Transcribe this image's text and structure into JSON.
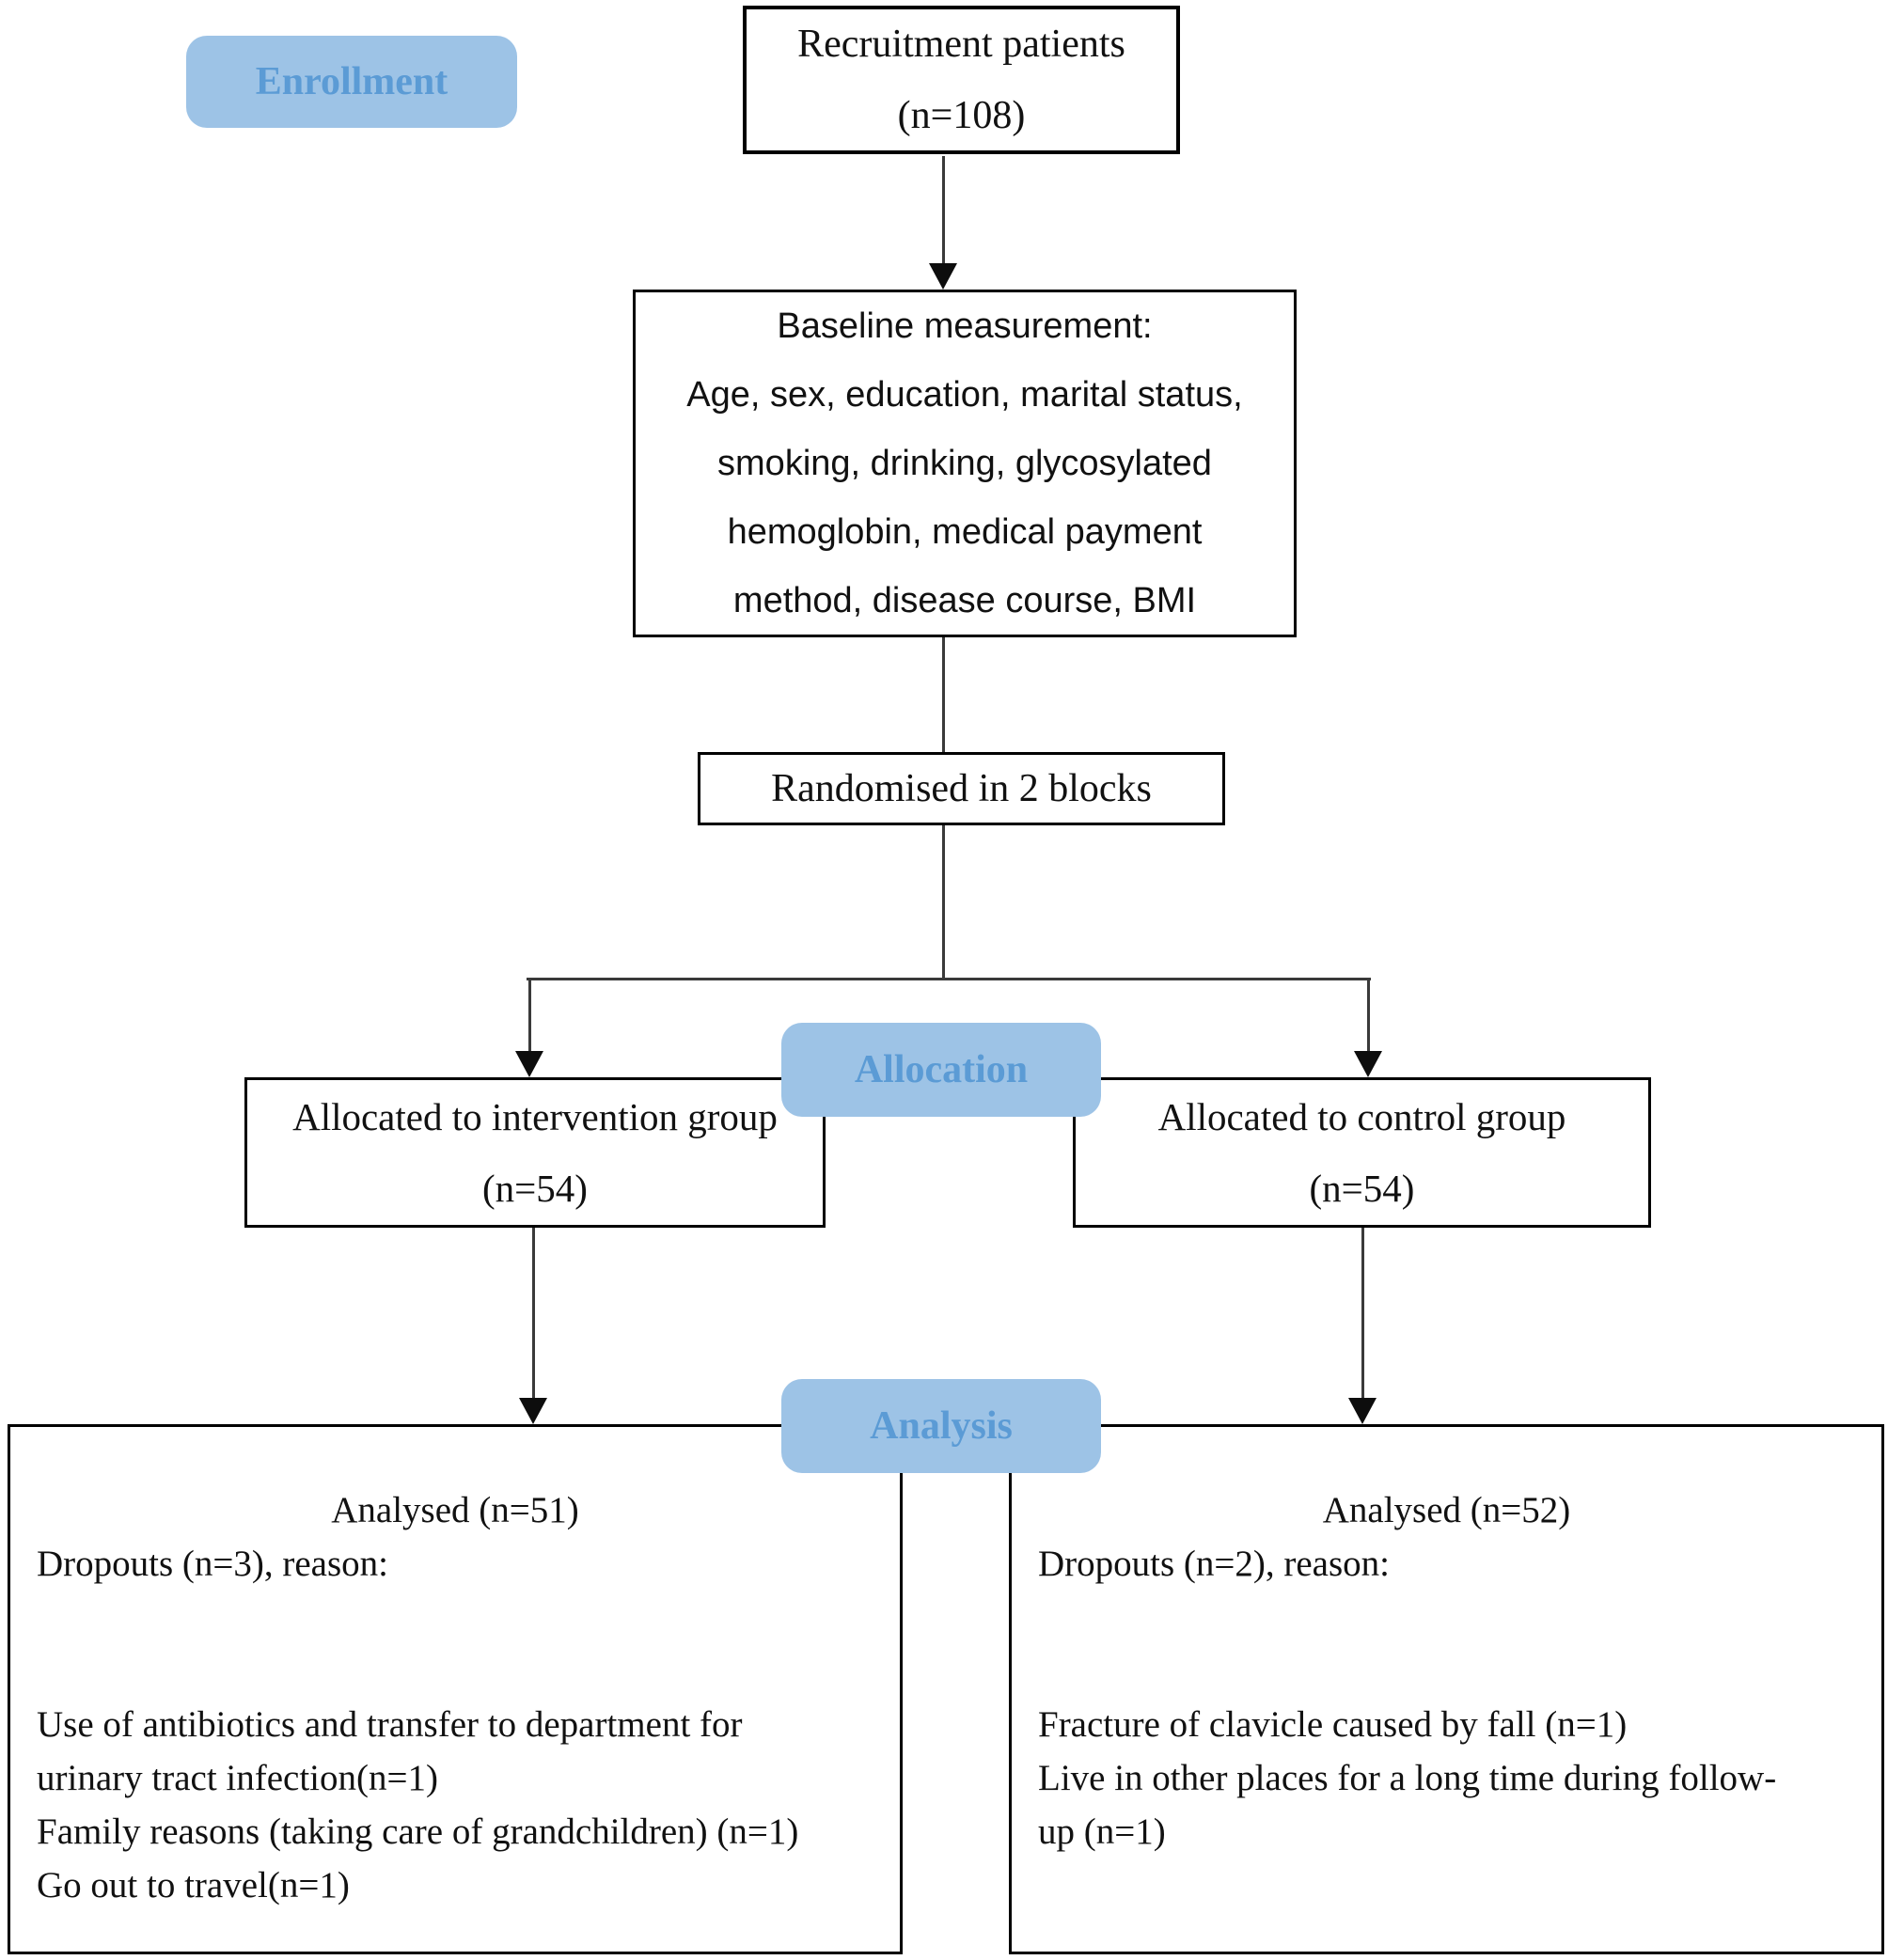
{
  "palette": {
    "badge_bg": "#9DC3E6",
    "badge_text": "#5B9BD5",
    "box_border": "#000000",
    "connector": "#3a3a3a",
    "text": "#111111",
    "background": "#ffffff"
  },
  "badges": {
    "enrollment": "Enrollment",
    "allocation": "Allocation",
    "analysis": "Analysis"
  },
  "boxes": {
    "recruitment": {
      "lines": [
        "Recruitment patients",
        "(n=108)"
      ]
    },
    "baseline": {
      "lines": [
        "Baseline measurement:",
        "Age, sex, education, marital status,",
        "smoking, drinking, glycosylated",
        "hemoglobin, medical payment",
        "method, disease course, BMI"
      ]
    },
    "randomised": {
      "label": "Randomised in 2 blocks"
    },
    "intervention": {
      "lines": [
        "Allocated to intervention group",
        "(n=54)"
      ]
    },
    "control": {
      "lines": [
        "Allocated to control group",
        "(n=54)"
      ]
    },
    "analysis_left": {
      "lines": [
        "Analysed (n=51)",
        "Dropouts (n=3), reason:",
        "",
        "",
        "Use of antibiotics and transfer to department for",
        "urinary tract infection(n=1)",
        "Family reasons (taking care of grandchildren) (n=1)",
        "Go out to travel(n=1)"
      ]
    },
    "analysis_right": {
      "lines": [
        "Analysed (n=52)",
        "Dropouts (n=2), reason:",
        "",
        "",
        "Fracture of clavicle caused by fall (n=1)",
        "Live in other places for a long time during follow-",
        "up (n=1)"
      ]
    }
  }
}
